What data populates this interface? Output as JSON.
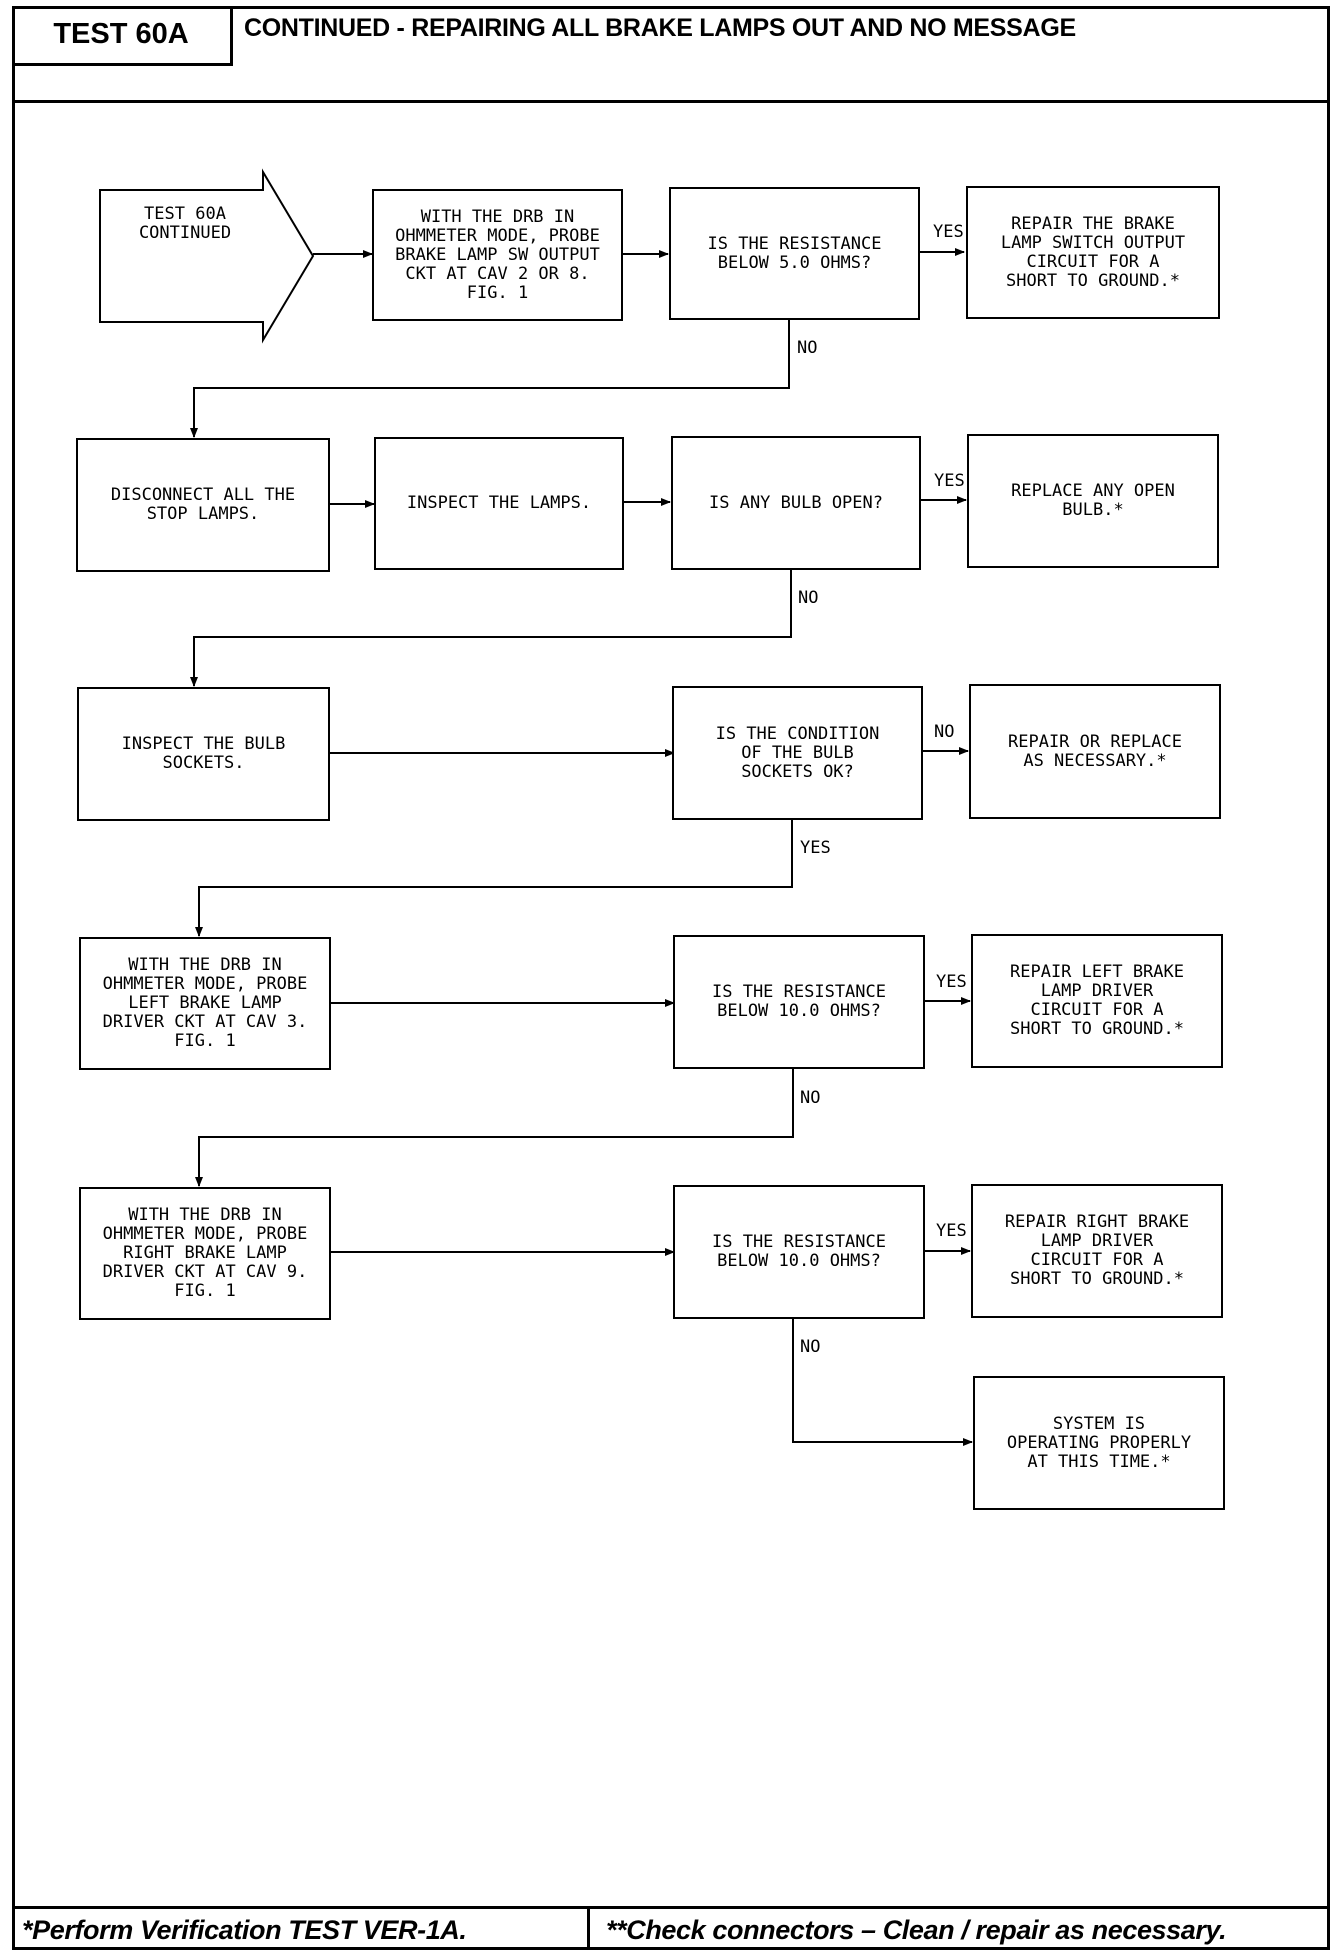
{
  "header": {
    "test_label": "TEST 60A",
    "title": "CONTINUED - REPAIRING ALL BRAKE LAMPS OUT AND NO MESSAGE"
  },
  "flow": {
    "start": "TEST 60A\nCONTINUED",
    "step1": "WITH THE DRB IN\nOHMMETER MODE, PROBE\nBRAKE LAMP SW OUTPUT\nCKT AT CAV 2 OR 8.\nFIG. 1",
    "q1": "IS THE RESISTANCE\nBELOW 5.0 OHMS?",
    "r1": "REPAIR THE BRAKE\nLAMP SWITCH OUTPUT\nCIRCUIT FOR A\nSHORT TO GROUND.*",
    "step2": "DISCONNECT ALL THE\nSTOP LAMPS.",
    "step3": "INSPECT THE LAMPS.",
    "q2": "IS ANY BULB OPEN?",
    "r2": "REPLACE ANY OPEN\nBULB.*",
    "step4": "INSPECT THE BULB\nSOCKETS.",
    "q3": "IS THE CONDITION\nOF THE BULB\nSOCKETS OK?",
    "r3": "REPAIR OR REPLACE\nAS NECESSARY.*",
    "step5": "WITH THE DRB IN\nOHMMETER MODE, PROBE\nLEFT BRAKE LAMP\nDRIVER CKT AT CAV 3.\nFIG. 1",
    "q4": "IS THE RESISTANCE\nBELOW 10.0 OHMS?",
    "r4": "REPAIR LEFT BRAKE\nLAMP DRIVER\nCIRCUIT FOR A\nSHORT TO GROUND.*",
    "step6": "WITH THE DRB IN\nOHMMETER MODE, PROBE\nRIGHT BRAKE LAMP\nDRIVER CKT AT CAV 9.\nFIG. 1",
    "q5": "IS THE RESISTANCE\nBELOW 10.0 OHMS?",
    "r5": "REPAIR RIGHT BRAKE\nLAMP DRIVER\nCIRCUIT FOR A\nSHORT TO GROUND.*",
    "r6": "SYSTEM IS\nOPERATING PROPERLY\nAT THIS TIME.*"
  },
  "labels": {
    "yes": "YES",
    "no": "NO"
  },
  "footer": {
    "left": "*Perform Verification TEST VER-1A.",
    "right": "**Check connectors – Clean / repair as necessary."
  }
}
